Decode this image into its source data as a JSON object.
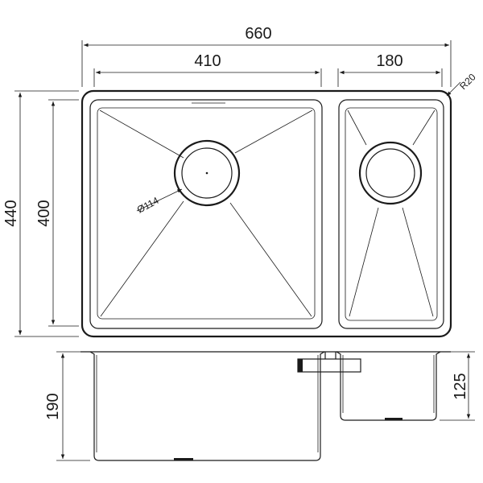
{
  "dimensions": {
    "overall_width": "660",
    "main_bowl_width": "410",
    "small_bowl_width": "180",
    "corner_radius": "R20",
    "overall_depth": "440",
    "bowl_depth": "400",
    "drain_diameter": "Ø114",
    "main_bowl_height": "190",
    "small_bowl_height": "125"
  }
}
